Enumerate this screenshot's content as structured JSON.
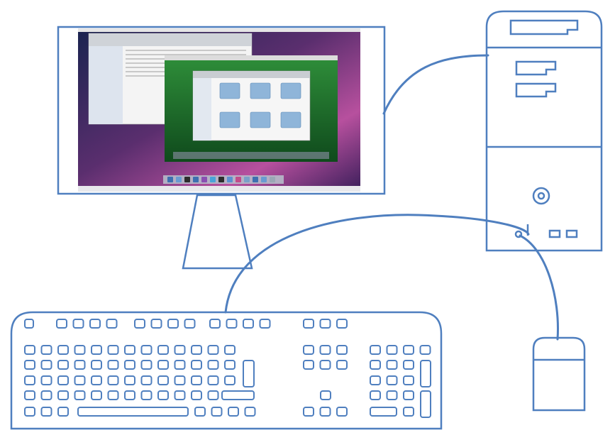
{
  "colors": {
    "body": "#222222",
    "outline": "#4f7fbf",
    "background": "#ffffff"
  },
  "components": [
    {
      "name": "monitor",
      "icon": "monitor-icon"
    },
    {
      "name": "tower",
      "icon": "computer-tower-icon"
    },
    {
      "name": "keyboard",
      "icon": "keyboard-icon"
    },
    {
      "name": "mouse",
      "icon": "mouse-icon"
    }
  ],
  "connections": [
    {
      "from": "monitor",
      "to": "tower"
    },
    {
      "from": "keyboard",
      "to": "tower"
    },
    {
      "from": "mouse",
      "to": "tower"
    }
  ]
}
